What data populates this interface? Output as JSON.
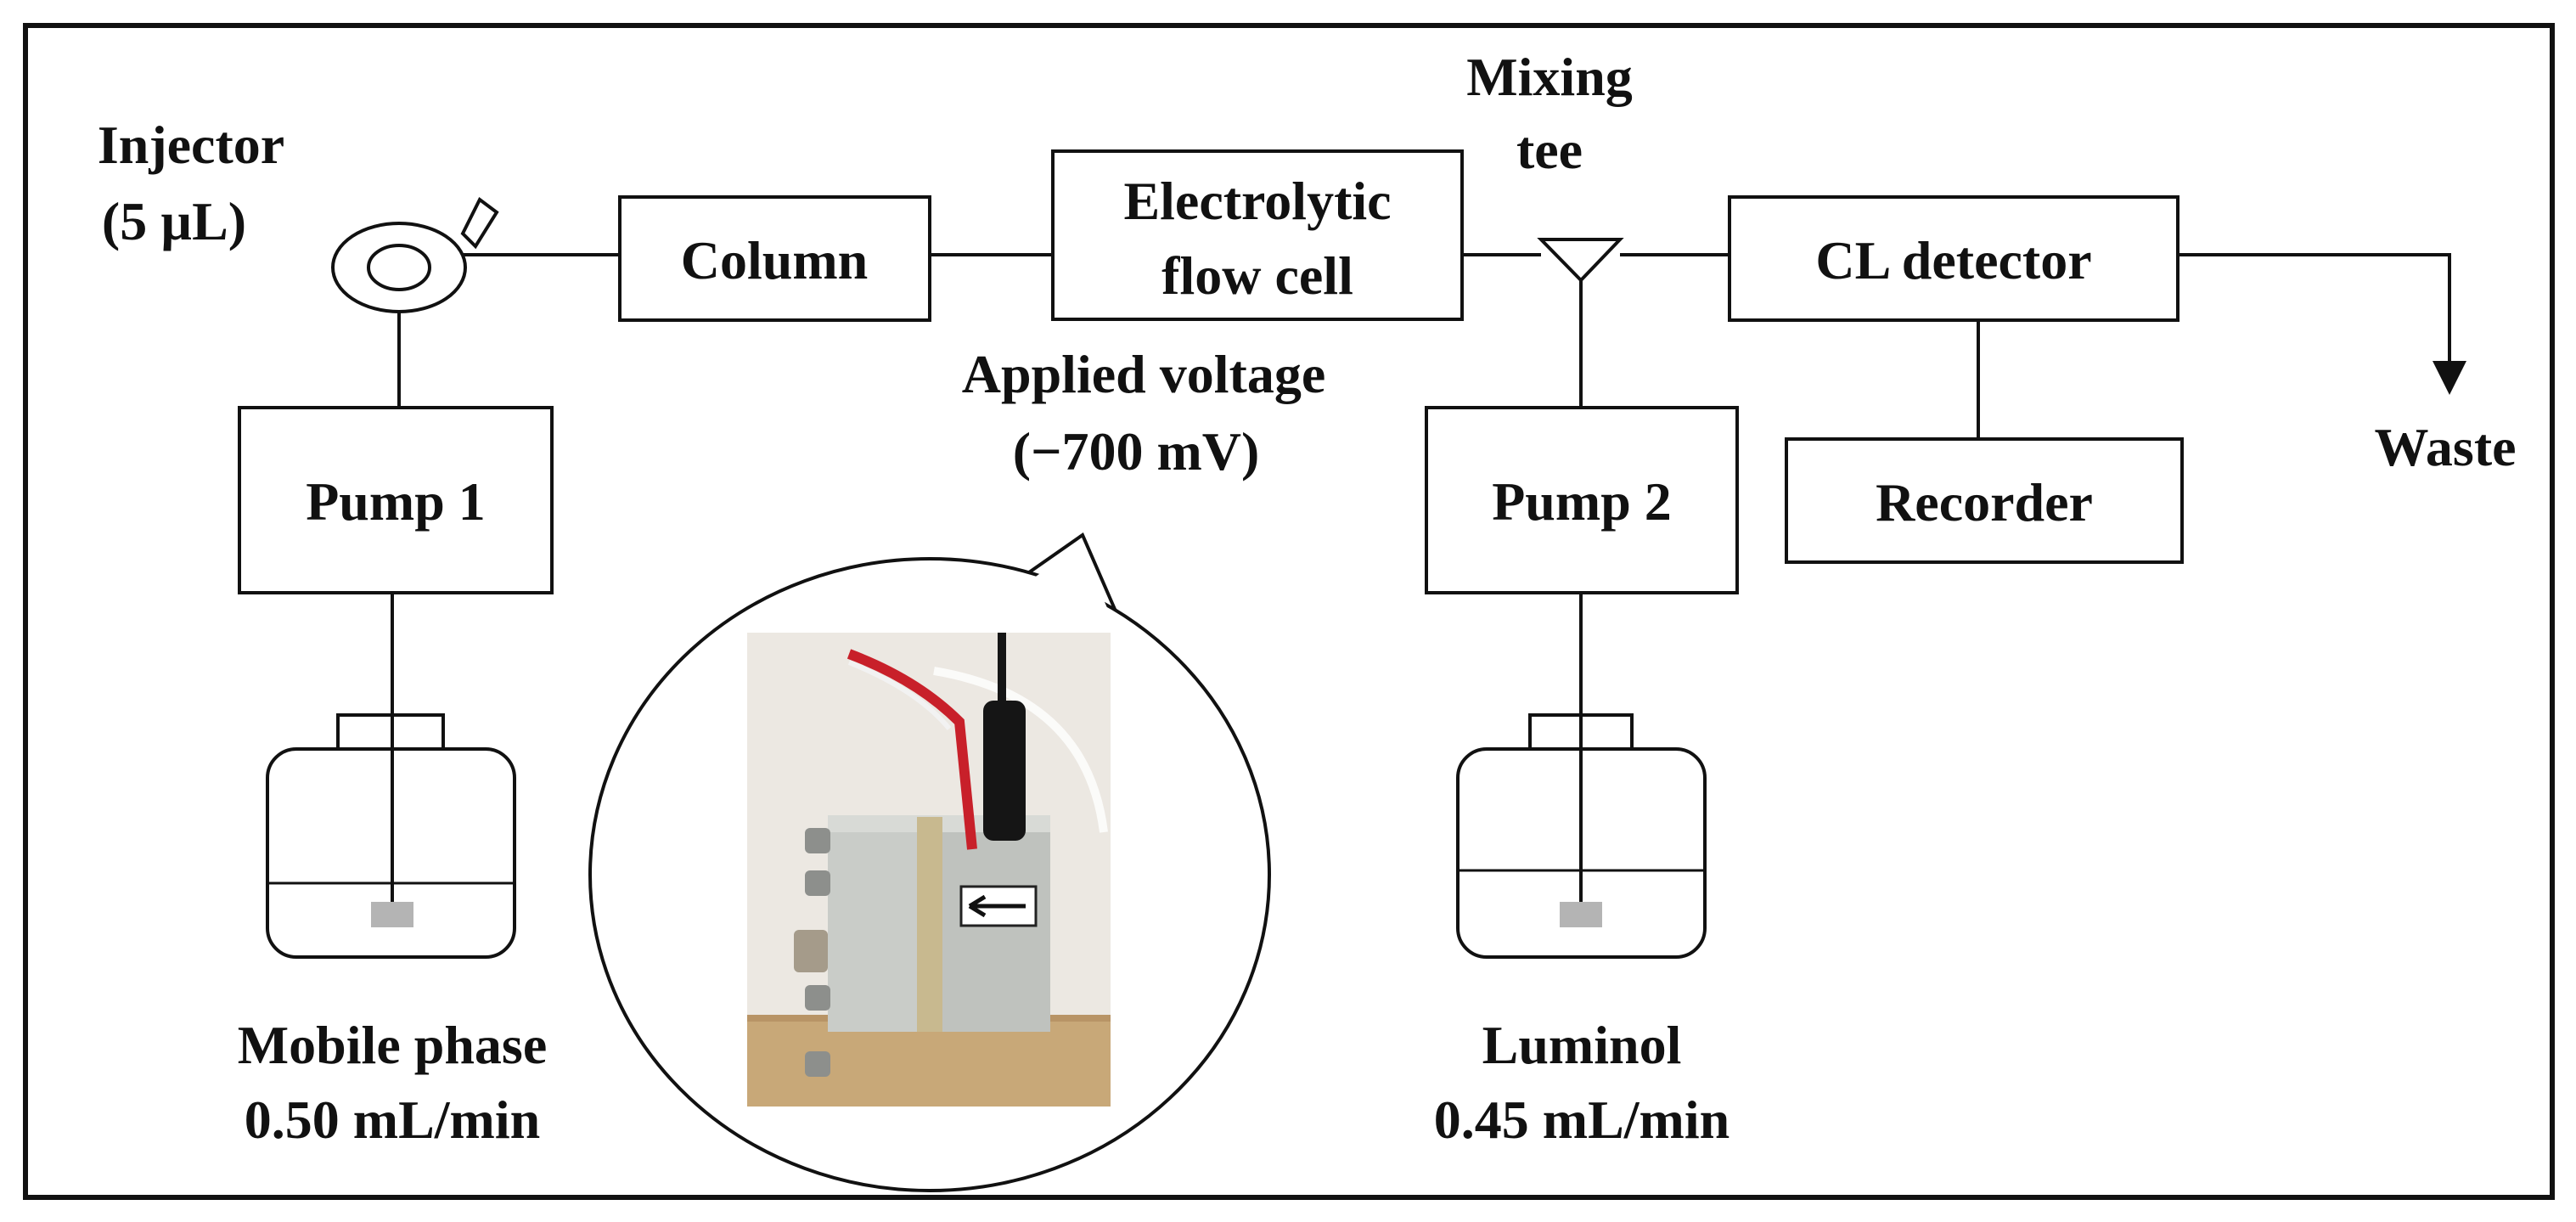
{
  "components": {
    "injector": {
      "label_line1": "Injector",
      "label_line2": "(5 µL)"
    },
    "column": {
      "label": "Column"
    },
    "electrolytic_flow_cell": {
      "label_line1": "Electrolytic",
      "label_line2": "flow cell"
    },
    "applied_voltage": {
      "label_line1": "Applied voltage",
      "label_line2": "(−700 mV)"
    },
    "mixing_tee": {
      "label_line1": "Mixing",
      "label_line2": "tee"
    },
    "cl_detector": {
      "label": "CL detector"
    },
    "recorder": {
      "label": "Recorder"
    },
    "waste": {
      "label": "Waste"
    },
    "pump1": {
      "label": "Pump 1"
    },
    "pump2": {
      "label": "Pump 2"
    },
    "mobile_phase": {
      "label_line1": "Mobile phase",
      "label_line2": "0.50 mL/min"
    },
    "luminol": {
      "label_line1": "Luminol",
      "label_line2": "0.45 mL/min"
    }
  },
  "colors": {
    "line": "#111111",
    "reservoir_filter": "#b4b4b4",
    "photo_background": "#ece8e2",
    "cell_body": "#c9ccc8",
    "cell_spacer": "#c8b98f",
    "base_wood": "#c8a878",
    "electrode_black": "#151515",
    "wire_red": "#c8202a"
  },
  "photo": {
    "description_icon": "electrolytic-flow-cell-photo"
  }
}
